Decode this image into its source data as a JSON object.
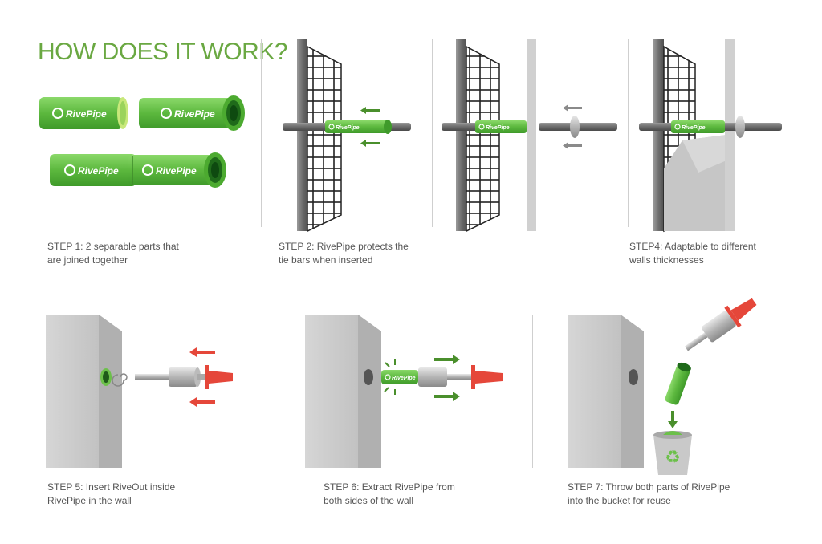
{
  "title": "HOW DOES IT WORK?",
  "brand": "RivePipe",
  "steps": [
    {
      "id": "step1",
      "caption_line1": "STEP 1: 2 separable parts that",
      "caption_line2": "are joined together"
    },
    {
      "id": "step2",
      "caption_line1": "STEP 2: RivePipe protects the",
      "caption_line2": "tie bars when inserted"
    },
    {
      "id": "step4",
      "caption_line1": "STEP4: Adaptable to different",
      "caption_line2": "walls thicknesses"
    },
    {
      "id": "step5",
      "caption_line1": "STEP 5: Insert RiveOut inside",
      "caption_line2": "RivePipe in the wall"
    },
    {
      "id": "step6",
      "caption_line1": "STEP 6: Extract RivePipe from",
      "caption_line2": "both sides of the wall"
    },
    {
      "id": "step7",
      "caption_line1": "STEP 7: Throw both parts of RivePipe",
      "caption_line2": "into the bucket for reuse"
    }
  ],
  "colors": {
    "green": "#6cc04a",
    "dark_green": "#3f8a2a",
    "title_green": "#6aa842",
    "red": "#e5473a",
    "concrete": "#cfcfcf",
    "arrow_gray": "#8a8a8a"
  },
  "icons": [
    "recycle-icon",
    "screwdriver-icon",
    "spiral-icon"
  ]
}
